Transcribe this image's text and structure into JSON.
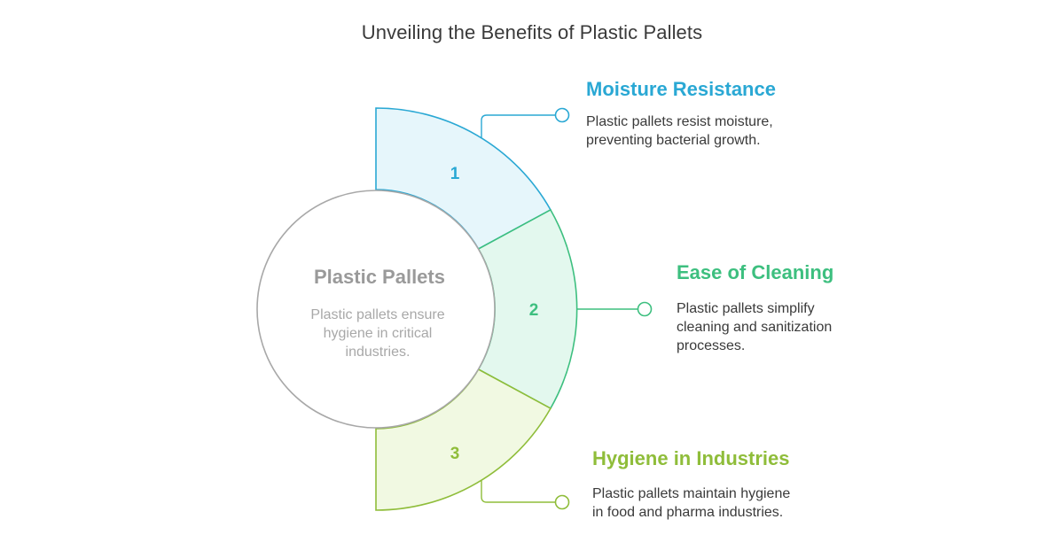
{
  "title": "Unveiling the Benefits of Plastic Pallets",
  "center": {
    "title": "Plastic Pallets",
    "description_lines": [
      "Plastic pallets ensure",
      "hygiene in critical",
      "industries."
    ]
  },
  "benefits": [
    {
      "number": "1",
      "title": "Moisture Resistance",
      "description": "Plastic pallets resist moisture, preventing bacterial growth.",
      "color": "#2aa8d4",
      "fill": "#e6f6fb"
    },
    {
      "number": "2",
      "title": "Ease of Cleaning",
      "description": "Plastic pallets simplify cleaning and sanitization processes.",
      "color": "#3dbf7f",
      "fill": "#e3f8ee"
    },
    {
      "number": "3",
      "title": "Hygiene in Industries",
      "description": "Plastic pallets maintain hygiene in food and pharma industries.",
      "color": "#8fbd3a",
      "fill": "#f1f9e2"
    }
  ]
}
